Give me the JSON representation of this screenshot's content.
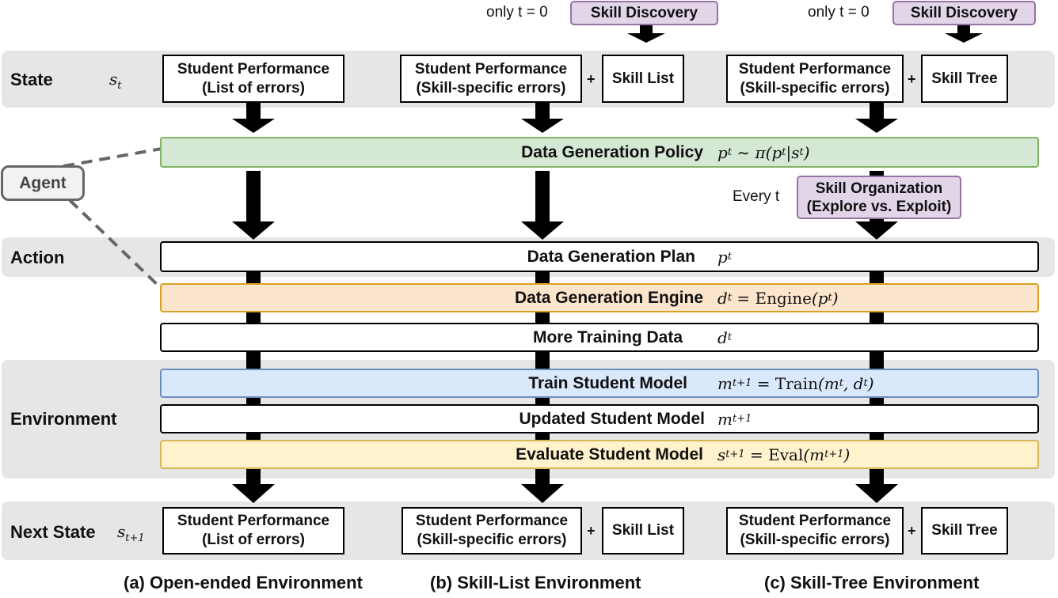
{
  "bands": {
    "state": "State",
    "action": "Action",
    "environment": "Environment",
    "next_state": "Next State"
  },
  "agent_label": "Agent",
  "top_notes": {
    "only_t0_b": "only t = 0",
    "only_t0_c": "only t = 0",
    "skill_discovery_b": "Skill Discovery",
    "skill_discovery_c": "Skill Discovery",
    "every_t": "Every t",
    "skill_organization": "Skill Organization\n(Explore vs. Exploit)"
  },
  "state_boxes": {
    "a": "Student Performance\n(List of errors)",
    "b": "Student Performance\n(Skill-specific errors)",
    "b_extra": "Skill List",
    "c": "Student Performance\n(Skill-specific errors)",
    "c_extra": "Skill Tree"
  },
  "next_state_boxes": {
    "a": "Student Performance\n(List of errors)",
    "b": "Student Performance\n(Skill-specific errors)",
    "b_extra": "Skill List",
    "c": "Student Performance\n(Skill-specific errors)",
    "c_extra": "Skill Tree"
  },
  "plus_sign": "+",
  "policy": {
    "label": "Data Generation Policy"
  },
  "action_rows": {
    "plan": "Data Generation Plan",
    "engine": "Data Generation Engine",
    "data": "More Training Data"
  },
  "environment_rows": {
    "train": "Train Student Model",
    "updated": "Updated Student Model",
    "evaluate": "Evaluate Student Model"
  },
  "captions": {
    "a": "(a) Open-ended Environment",
    "b": "(b) Skill-List Environment",
    "c": "(c) Skill-Tree Environment"
  },
  "colors": {
    "policy": "#d5e8d4",
    "engine": "#fce5cd",
    "train": "#dae8fc",
    "evaluate": "#fff2cc",
    "skill_boxes": "#e1d5e7",
    "band": "#e6e6e6"
  }
}
